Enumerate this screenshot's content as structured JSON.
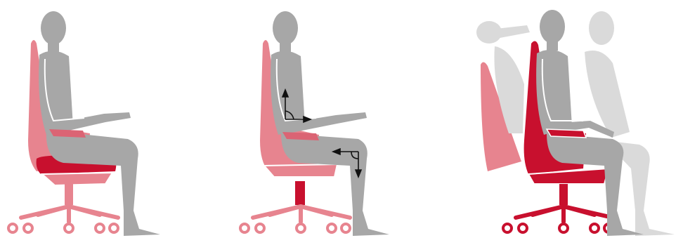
{
  "colors": {
    "figure": "#a7a7a7",
    "figure_outline": "#ffffff",
    "ghost_figure": "#dadada",
    "chair_light": "#e7848f",
    "chair_mid": "#db6474",
    "chair_dark": "#c8102e",
    "arrow": "#111111"
  },
  "panels": [
    {
      "id": "panel-1",
      "icon": "seated-posture-upright-icon"
    },
    {
      "id": "panel-2",
      "icon": "seated-posture-right-angles-icon"
    },
    {
      "id": "panel-3",
      "icon": "seated-posture-dynamic-movement-icon"
    }
  ]
}
